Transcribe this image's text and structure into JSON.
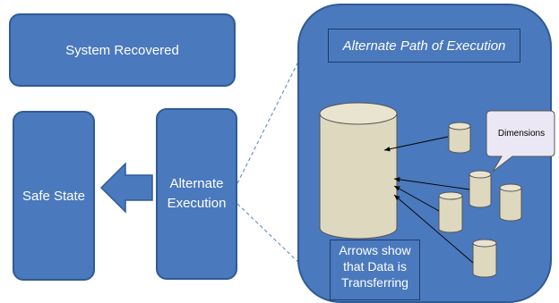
{
  "boxes": {
    "system_recovered": "System Recovered",
    "safe_state": "Safe State",
    "alternate_execution": "Alternate\nExecution"
  },
  "panel": {
    "title": "Alternate Path of Execution",
    "callout": "Dimensions",
    "caption": "Arrows show that Data is Transferring"
  },
  "colors": {
    "box_fill": "#4a79bd",
    "box_border": "#2f5b96",
    "cylinder_fill": "#ded8bf",
    "callout_fill": "#ebe7f5"
  }
}
